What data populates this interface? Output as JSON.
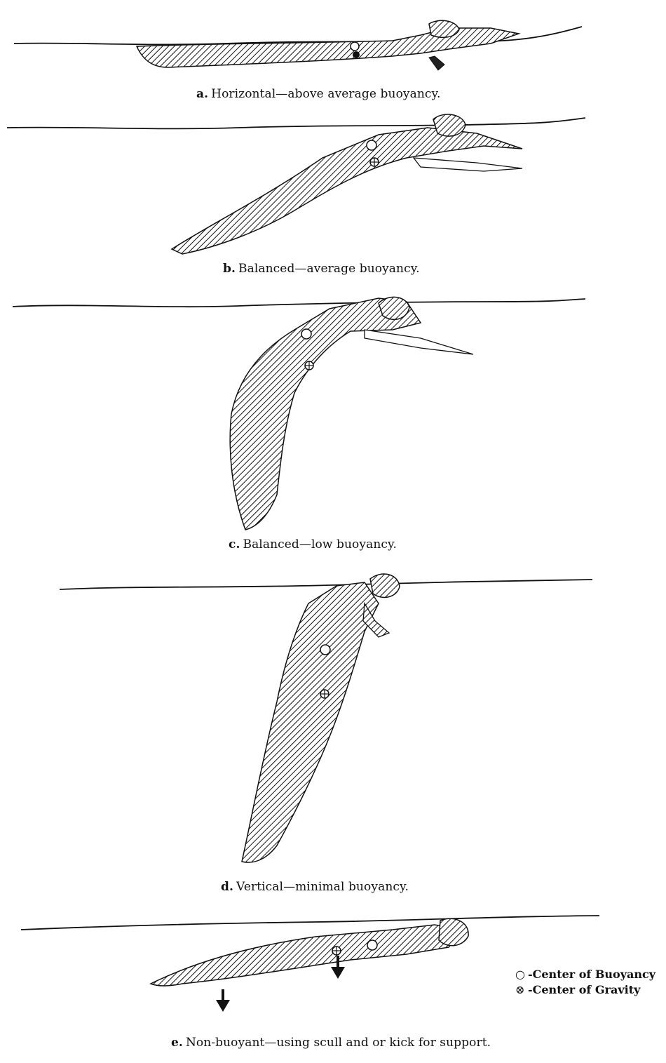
{
  "figures": [
    {
      "letter": "a.",
      "text": "Horizontal—above average buoyancy."
    },
    {
      "letter": "b.",
      "text": "Balanced—average buoyancy."
    },
    {
      "letter": "c.",
      "text": "Balanced—low buoyancy."
    },
    {
      "letter": "d.",
      "text": "Vertical—minimal buoyancy."
    },
    {
      "letter": "e.",
      "text": "Non-buoyant—using scull and or kick for support."
    }
  ],
  "legend": {
    "buoyancy_symbol": "○",
    "buoyancy_label": "-Center of Buoyancy",
    "gravity_symbol": "⊗",
    "gravity_label": "-Center of Gravity"
  },
  "colors": {
    "ink": "#111111",
    "paper": "#ffffff"
  }
}
